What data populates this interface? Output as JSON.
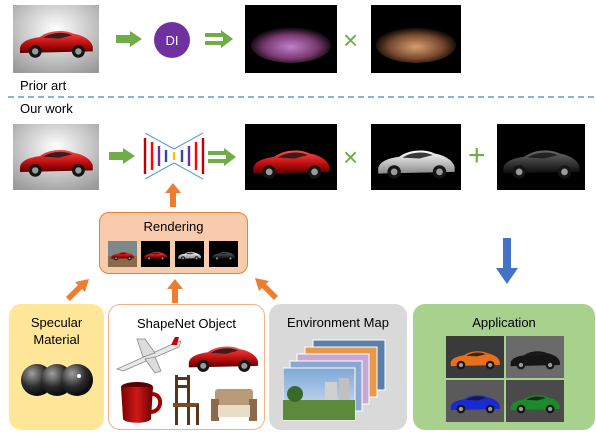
{
  "section_labels": {
    "prior": "Prior art",
    "ours": "Our work"
  },
  "di_node": {
    "text": "DI",
    "color": "#7030a0"
  },
  "operators": {
    "multiply": "×",
    "plus": "+"
  },
  "boxes": {
    "rendering": {
      "title": "Rendering",
      "color": "#f8cbad"
    },
    "specular": {
      "title_line1": "Specular",
      "title_line2": "Material",
      "color": "#ffe699"
    },
    "shapenet": {
      "title": "ShapeNet Object",
      "color": "#ffffff"
    },
    "envmap": {
      "title": "Environment Map",
      "color": "#d9d9d9"
    },
    "application": {
      "title": "Application",
      "color": "#a9d18e"
    }
  },
  "colors": {
    "green_arrow": "#70ad47",
    "orange_arrow": "#ed7d31",
    "blue_arrow": "#4472c4",
    "divider": "#5b9bd5"
  }
}
